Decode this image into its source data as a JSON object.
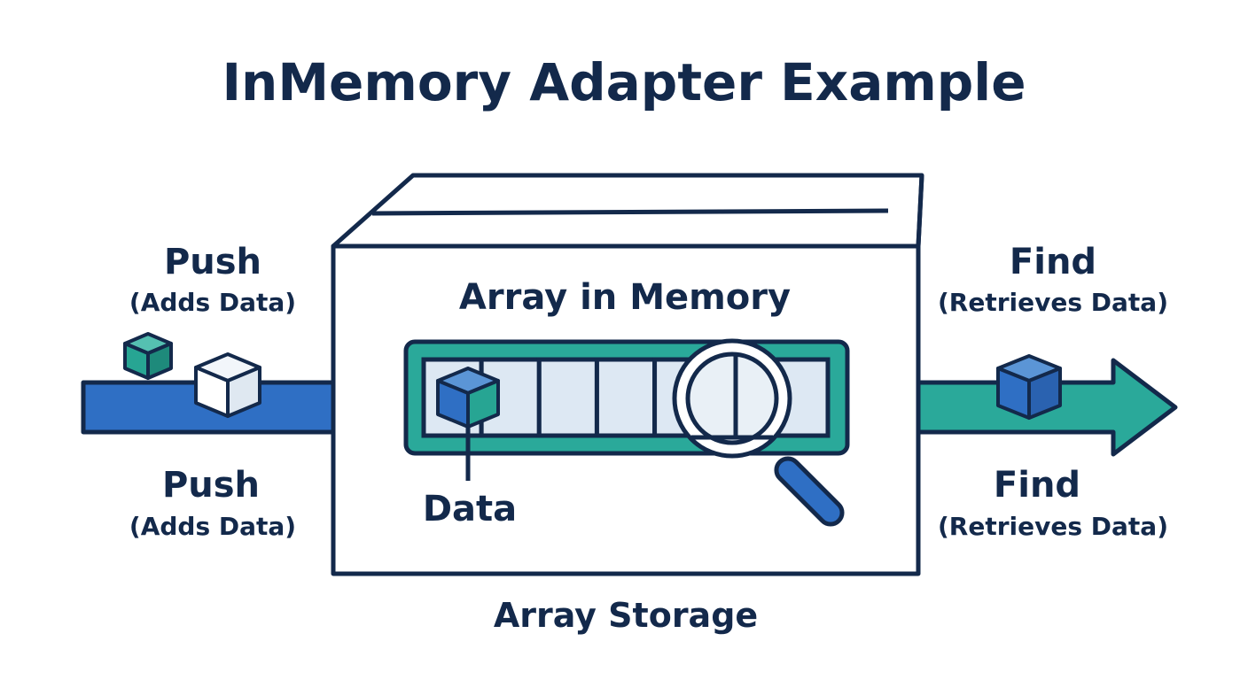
{
  "title": "InMemory Adapter Example",
  "left": {
    "top_action": "Push",
    "top_desc": "(Adds Data)",
    "bottom_action": "Push",
    "bottom_desc": "(Adds Data)"
  },
  "right": {
    "top_action": "Find",
    "top_desc": "(Retrieves Data)",
    "bottom_action": "Find",
    "bottom_desc": "(Retrieves Data)"
  },
  "box": {
    "inner_label": "Array in Memory",
    "data_label": "Data",
    "caption": "Array Storage",
    "slot_count": 7
  },
  "colors": {
    "outline": "#13294b",
    "push_arrow": "#2f6fc4",
    "find_arrow": "#2aa99a",
    "array_frame": "#2aa99a",
    "slot_fill": "#dde8f3",
    "cube_blue": "#2f6fc4",
    "cube_teal": "#27a593",
    "cube_light": "#e4edf5",
    "magnifier_handle": "#2f6fc4"
  },
  "icons": [
    "cube-icon",
    "magnifier-icon",
    "arrow-right-icon"
  ]
}
